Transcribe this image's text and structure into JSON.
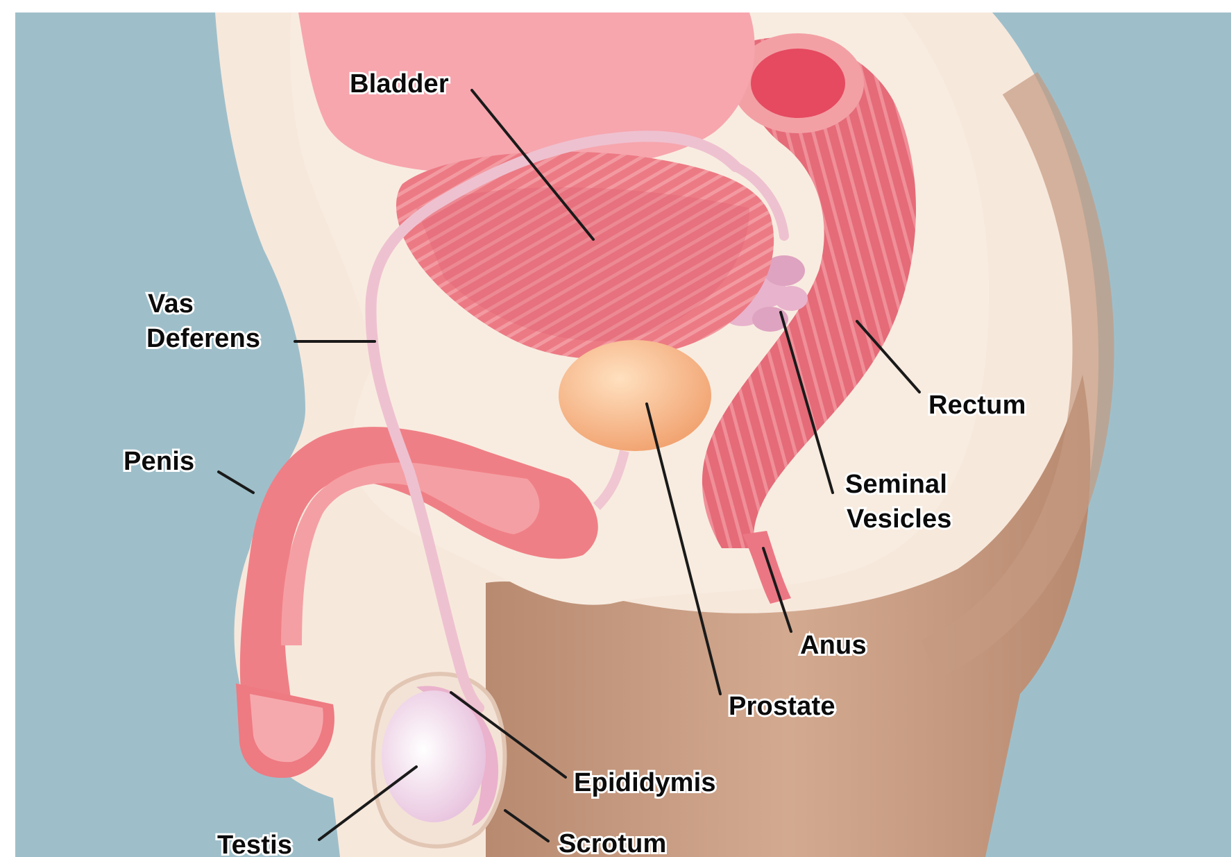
{
  "diagram": {
    "labels": {
      "bladder": "Bladder",
      "vas_deferens_line1": "Vas",
      "vas_deferens_line2": "Deferens",
      "penis": "Penis",
      "rectum": "Rectum",
      "seminal_vesicles_line1": "Seminal",
      "seminal_vesicles_line2": "Vesicles",
      "anus": "Anus",
      "prostate": "Prostate",
      "epididymis": "Epididymis",
      "testis": "Testis",
      "scrotum": "Scrotum"
    },
    "colors": {
      "background": "#9ebfca",
      "skin_outline": "#f7e8dc",
      "pelvic_cavity": "#f8ece0",
      "thigh": "#c49a80",
      "tissue_pink": "#ef7f86",
      "tissue_dark": "#d85a66",
      "prostate": "#f6b889",
      "vas_deferens": "#f0c6d2",
      "testis": "#f6e6f2"
    }
  }
}
